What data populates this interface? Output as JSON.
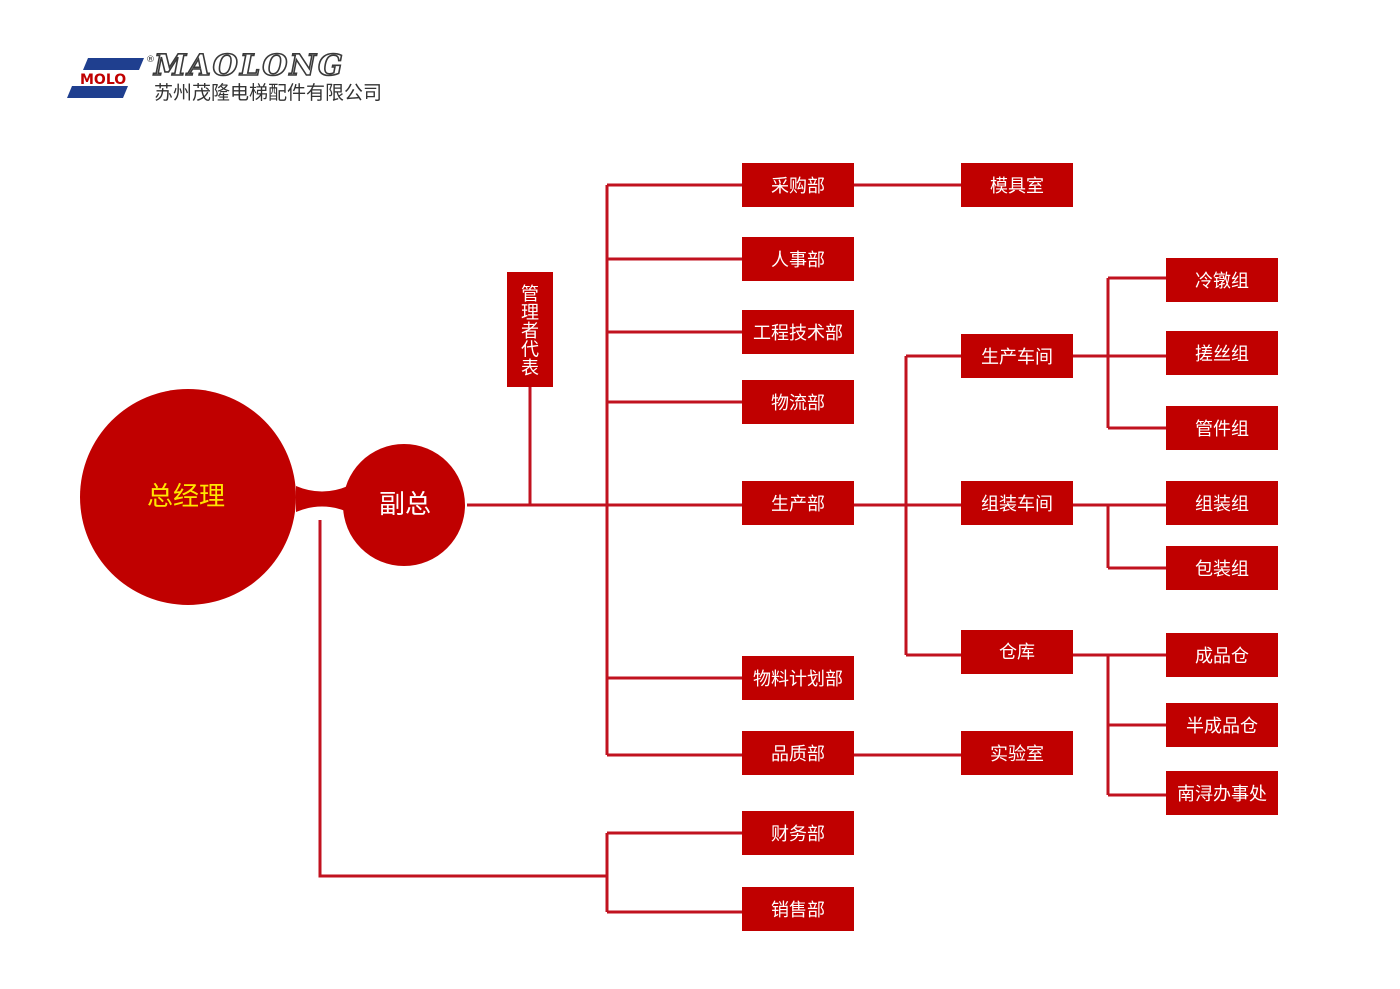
{
  "logo": {
    "mark_text": "MOLO",
    "brand": "MAOLONG",
    "reg_mark": "®",
    "company": "苏州茂隆电梯配件有限公司"
  },
  "nodes": {
    "general_manager": "总经理",
    "deputy": "副总",
    "mgmt_rep": "管理者代表",
    "purchasing": "采购部",
    "hr": "人事部",
    "engineering": "工程技术部",
    "logistics": "物流部",
    "production": "生产部",
    "material_planning": "物料计划部",
    "quality": "品质部",
    "finance": "财务部",
    "sales": "销售部",
    "mold_room": "模具室",
    "production_workshop": "生产车间",
    "assembly_workshop": "组装车间",
    "warehouse": "仓库",
    "lab": "实验室",
    "cold_heading": "冷镦组",
    "thread_rolling": "搓丝组",
    "tube_group": "管件组",
    "assembly_group": "组装组",
    "packaging_group": "包装组",
    "finished_goods": "成品仓",
    "semi_finished": "半成品仓",
    "nanxun_office": "南浔办事处"
  }
}
